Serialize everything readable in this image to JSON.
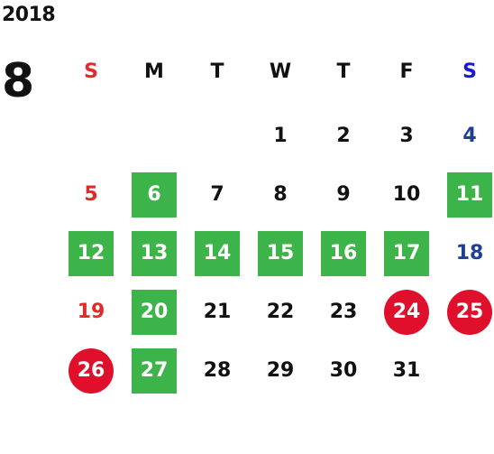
{
  "calendar": {
    "year": "2018",
    "month": "8",
    "colors": {
      "default": "#111111",
      "sunday": "#e32a2a",
      "saturday": "#1f3f96",
      "saturday_header": "#1a1ad6",
      "green": "#3db44a",
      "red": "#e0102d"
    },
    "weekdays": [
      {
        "label": "S",
        "kind": "sunday"
      },
      {
        "label": "M",
        "kind": "default"
      },
      {
        "label": "T",
        "kind": "default"
      },
      {
        "label": "W",
        "kind": "default"
      },
      {
        "label": "T",
        "kind": "default"
      },
      {
        "label": "F",
        "kind": "default"
      },
      {
        "label": "S",
        "kind": "saturday_header"
      }
    ],
    "weeks": [
      [
        {
          "d": "",
          "style": "none"
        },
        {
          "d": "",
          "style": "none"
        },
        {
          "d": "",
          "style": "none"
        },
        {
          "d": "1",
          "style": "normal"
        },
        {
          "d": "2",
          "style": "normal"
        },
        {
          "d": "3",
          "style": "normal"
        },
        {
          "d": "4",
          "style": "saturday"
        }
      ],
      [
        {
          "d": "5",
          "style": "sunday"
        },
        {
          "d": "6",
          "style": "green"
        },
        {
          "d": "7",
          "style": "normal"
        },
        {
          "d": "8",
          "style": "normal"
        },
        {
          "d": "9",
          "style": "normal"
        },
        {
          "d": "10",
          "style": "normal"
        },
        {
          "d": "11",
          "style": "green"
        }
      ],
      [
        {
          "d": "12",
          "style": "green"
        },
        {
          "d": "13",
          "style": "green"
        },
        {
          "d": "14",
          "style": "green"
        },
        {
          "d": "15",
          "style": "green"
        },
        {
          "d": "16",
          "style": "green"
        },
        {
          "d": "17",
          "style": "green"
        },
        {
          "d": "18",
          "style": "saturday"
        }
      ],
      [
        {
          "d": "19",
          "style": "sunday"
        },
        {
          "d": "20",
          "style": "green"
        },
        {
          "d": "21",
          "style": "normal"
        },
        {
          "d": "22",
          "style": "normal"
        },
        {
          "d": "23",
          "style": "normal"
        },
        {
          "d": "24",
          "style": "red"
        },
        {
          "d": "25",
          "style": "red"
        }
      ],
      [
        {
          "d": "26",
          "style": "red"
        },
        {
          "d": "27",
          "style": "green"
        },
        {
          "d": "28",
          "style": "normal"
        },
        {
          "d": "29",
          "style": "normal"
        },
        {
          "d": "30",
          "style": "normal"
        },
        {
          "d": "31",
          "style": "normal"
        },
        {
          "d": "",
          "style": "none"
        }
      ]
    ]
  }
}
